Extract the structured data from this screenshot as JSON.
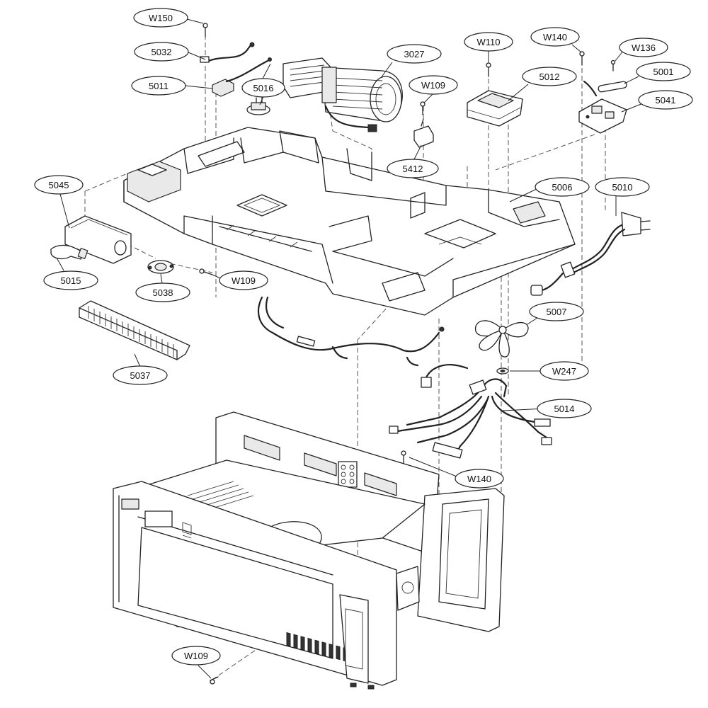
{
  "diagram": {
    "parts": [
      {
        "id": "W150"
      },
      {
        "id": "5032"
      },
      {
        "id": "5011"
      },
      {
        "id": "5016"
      },
      {
        "id": "3027"
      },
      {
        "id": "W109"
      },
      {
        "id": "W110"
      },
      {
        "id": "5012"
      },
      {
        "id": "W140"
      },
      {
        "id": "W136"
      },
      {
        "id": "5001"
      },
      {
        "id": "5041"
      },
      {
        "id": "5412"
      },
      {
        "id": "5045"
      },
      {
        "id": "5006"
      },
      {
        "id": "5010"
      },
      {
        "id": "5015"
      },
      {
        "id": "5038"
      },
      {
        "id": "W109"
      },
      {
        "id": "5007"
      },
      {
        "id": "5037"
      },
      {
        "id": "W247"
      },
      {
        "id": "5014"
      },
      {
        "id": "W140"
      },
      {
        "id": "W109"
      }
    ]
  }
}
